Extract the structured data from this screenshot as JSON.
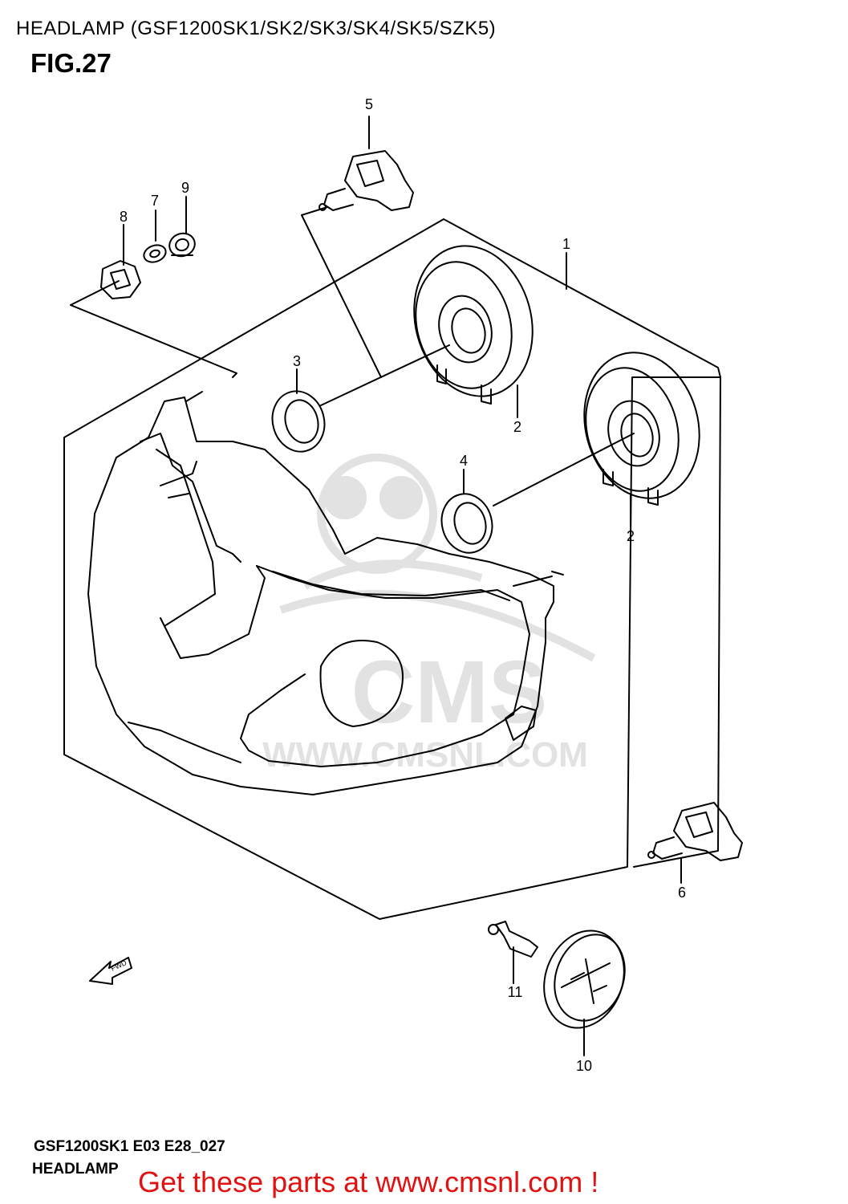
{
  "header": {
    "title": "HEADLAMP (GSF1200SK1/SK2/SK3/SK4/SK5/SZK5)",
    "figure": "FIG.27"
  },
  "callouts": [
    "1",
    "2",
    "2",
    "3",
    "4",
    "5",
    "6",
    "7",
    "8",
    "9",
    "10",
    "11"
  ],
  "watermark": {
    "text": "WWW.CMSNL.COM",
    "logo_text": "CMS"
  },
  "fwd_label": "FWD",
  "footer": {
    "drawing_code": "GSF1200SK1 E03 E28_027",
    "caption": "HEADLAMP",
    "promo": "Get these parts at www.cmsnl.com !"
  },
  "colors": {
    "line": "#000000",
    "watermark": "#e2e2e2",
    "promo": "#e01212"
  }
}
